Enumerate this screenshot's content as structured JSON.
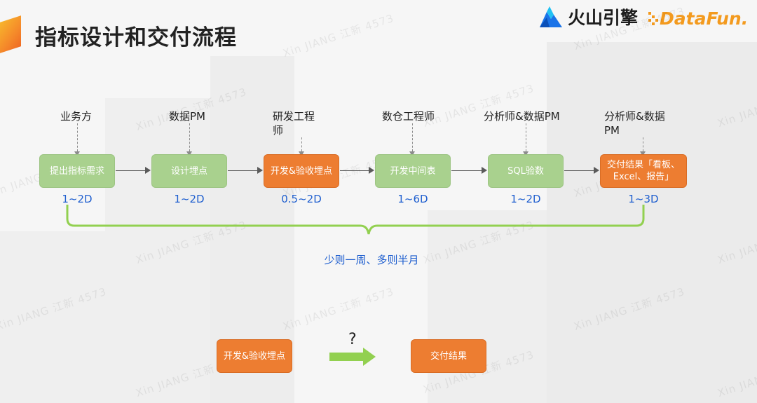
{
  "title": "指标设计和交付流程",
  "logos": {
    "volcano": "火山引擎",
    "datafun": "DataFun."
  },
  "watermark": "Xin JIANG 江新 4573",
  "flow": {
    "steps": [
      {
        "role": "业务方",
        "label": "提出指标需求",
        "duration": "1~2D",
        "color": "#a9d18e"
      },
      {
        "role": "数据PM",
        "label": "设计埋点",
        "duration": "1~2D",
        "color": "#a9d18e"
      },
      {
        "role": "研发工程师",
        "label": "开发&验收埋点",
        "duration": "0.5~2D",
        "color": "#ed7d31"
      },
      {
        "role": "数仓工程师",
        "label": "开发中间表",
        "duration": "1~6D",
        "color": "#a9d18e"
      },
      {
        "role": "分析师&数据PM",
        "label": "SQL验数",
        "duration": "1~2D",
        "color": "#a9d18e"
      },
      {
        "role": "分析师&数据PM",
        "label": "交付结果「看板、Excel、报告」",
        "duration": "1~3D",
        "color": "#ed7d31"
      }
    ],
    "summary": "少则一周、多则半月"
  },
  "bottom": {
    "left_box": "开发&验收埋点",
    "question": "?",
    "right_box": "交付结果"
  },
  "colors": {
    "green": "#a9d18e",
    "orange": "#ed7d31",
    "blue_text": "#1f5fcf",
    "arrow_green": "#92d050"
  }
}
